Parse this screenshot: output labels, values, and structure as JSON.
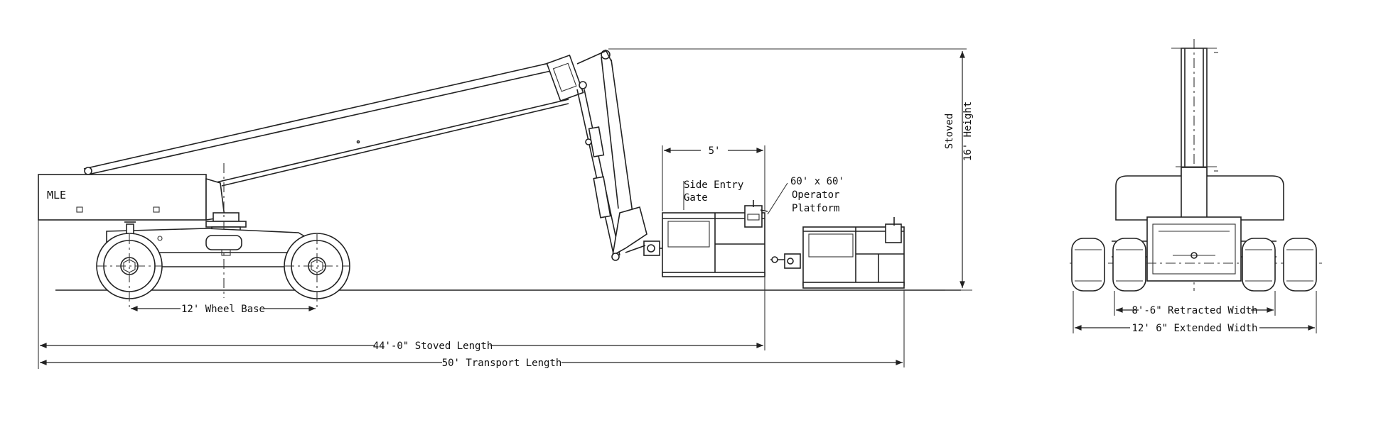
{
  "logo_text": "MLE",
  "labels": {
    "platform_width": "5'",
    "side_entry_line1": "Side Entry",
    "side_entry_line2": "Gate",
    "operator_line1": "60' x 60'",
    "operator_line2": "Operator",
    "operator_line3": "Platform",
    "stowed_height_line1": "Stoved",
    "stowed_height_line2": "16' Height",
    "wheel_base": "12' Wheel Base",
    "stowed_length": "44'-0\" Stoved Length",
    "transport_length": "50' Transport Length",
    "retracted_width": "8'-6\" Retracted Width",
    "extended_width": "12' 6\" Extended Width"
  }
}
